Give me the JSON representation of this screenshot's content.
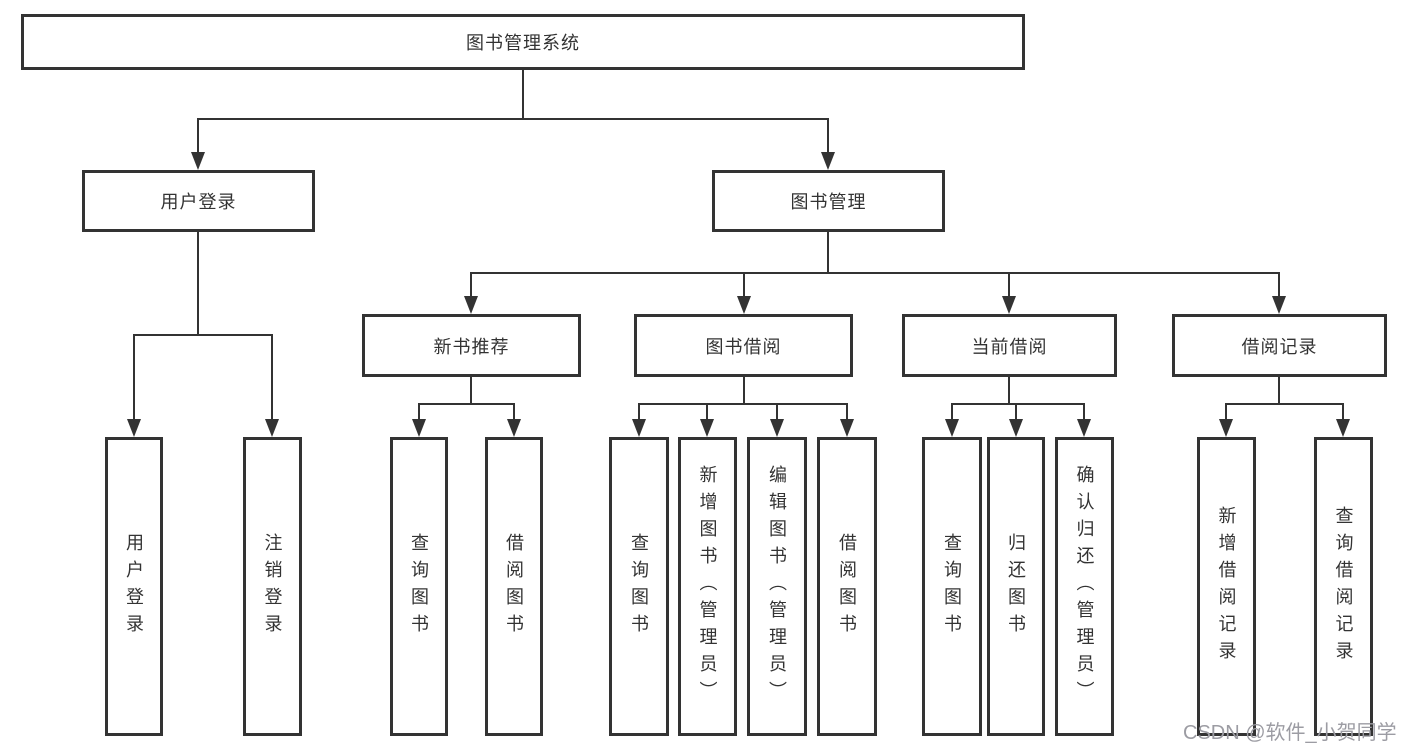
{
  "colors": {
    "line": "#333333",
    "text": "#333333",
    "watermark": "#9c9ca3",
    "background": "#ffffff"
  },
  "watermark": {
    "text": "CSDN @软件_小贺同学"
  },
  "tree": {
    "root": {
      "label": "图书管理系统",
      "children": [
        {
          "label": "用户登录",
          "children": [
            {
              "label": "用户登录"
            },
            {
              "label": "注销登录"
            }
          ]
        },
        {
          "label": "图书管理",
          "children": [
            {
              "label": "新书推荐",
              "children": [
                {
                  "label": "查询图书"
                },
                {
                  "label": "借阅图书"
                }
              ]
            },
            {
              "label": "图书借阅",
              "children": [
                {
                  "label": "查询图书"
                },
                {
                  "label": "新增图书（管理员）"
                },
                {
                  "label": "编辑图书（管理员）"
                },
                {
                  "label": "借阅图书"
                }
              ]
            },
            {
              "label": "当前借阅",
              "children": [
                {
                  "label": "查询图书"
                },
                {
                  "label": "归还图书"
                },
                {
                  "label": "确认归还（管理员）"
                }
              ]
            },
            {
              "label": "借阅记录",
              "children": [
                {
                  "label": "新增借阅记录"
                },
                {
                  "label": "查询借阅记录"
                }
              ]
            }
          ]
        }
      ]
    }
  }
}
